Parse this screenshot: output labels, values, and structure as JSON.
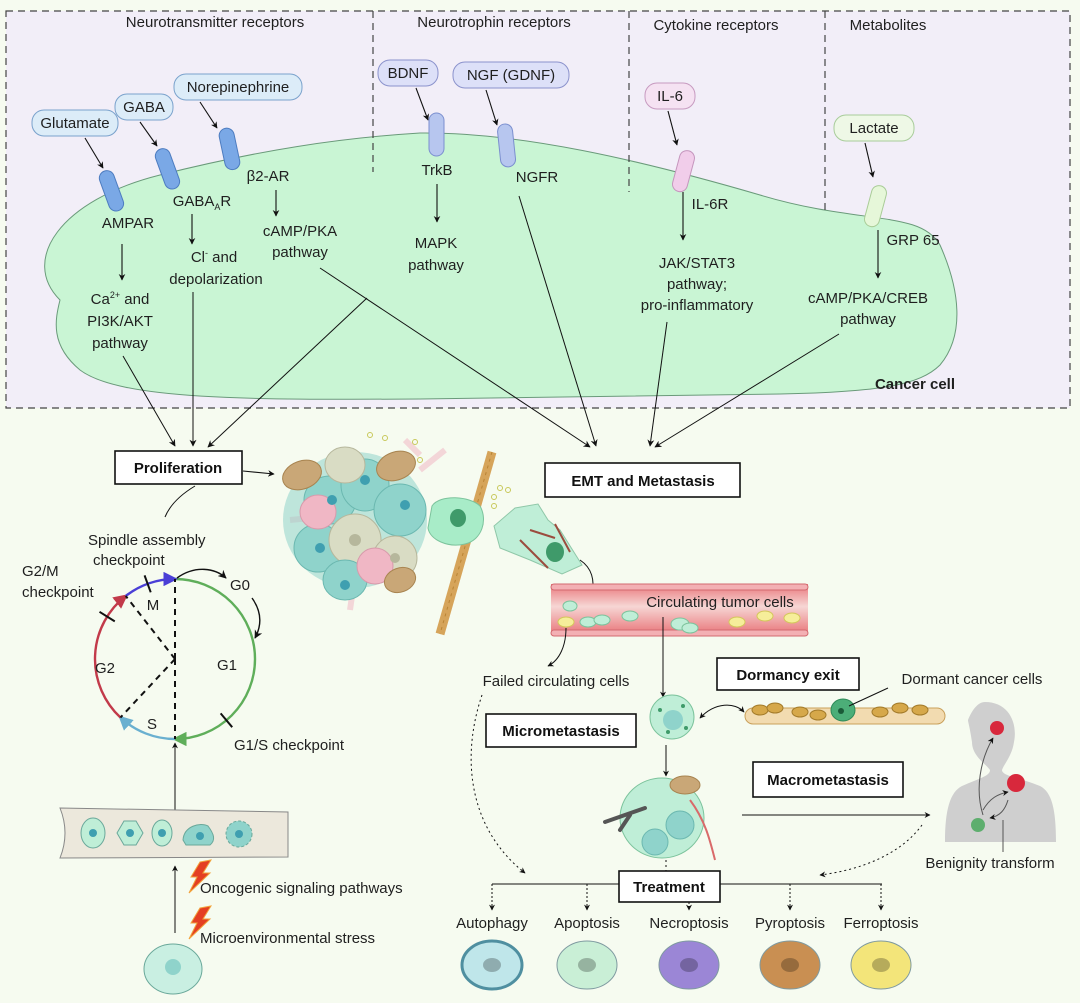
{
  "panel": {
    "sections": [
      {
        "title": "Neurotransmitter receptors"
      },
      {
        "title": "Neurotrophin receptors"
      },
      {
        "title": "Cytokine receptors"
      },
      {
        "title": "Metabolites"
      }
    ],
    "cell_label": "Cancer cell",
    "ligands": {
      "glutamate": "Glutamate",
      "gaba": "GABA",
      "norepinephrine": "Norepinephrine",
      "bdnf": "BDNF",
      "ngf": "NGF (GDNF)",
      "il6": "IL-6",
      "lactate": "Lactate"
    },
    "receptors": {
      "ampar": "AMPAR",
      "gabaar_main": "GABA",
      "gabaar_sub": "A",
      "gabaar_tail": "R",
      "b2ar": "β2-AR",
      "trkb": "TrkB",
      "ngfr": "NGFR",
      "il6r": "IL-6R",
      "grp65": "GRP 65"
    },
    "pathways": {
      "ca_line1_pre": "Ca",
      "ca_line1_sup": "2+",
      "ca_line1_post": " and",
      "ca_line2": "PI3K/AKT",
      "ca_line3": "pathway",
      "cl_line1_pre": "Cl",
      "cl_line1_sup": "-",
      "cl_line1_post": " and",
      "cl_line2": "depolarization",
      "camp_line1": "cAMP/PKA",
      "camp_line2": "pathway",
      "mapk_line1": "MAPK",
      "mapk_line2": "pathway",
      "jak_line1": "JAK/STAT3",
      "jak_line2": "pathway;",
      "jak_line3": "pro-inflammatory",
      "creb_line1": "cAMP/PKA/CREB",
      "creb_line2": "pathway"
    }
  },
  "boxes": {
    "proliferation": "Proliferation",
    "emt": "EMT and Metastasis",
    "dormancy_exit": "Dormancy exit",
    "micrometastasis": "Micrometastasis",
    "macrometastasis": "Macrometastasis",
    "treatment": "Treatment"
  },
  "cell_cycle": {
    "spindle_line1": "Spindle assembly",
    "spindle_line2": "checkpoint",
    "g2m_line1": "G2/M",
    "g2m_line2": "checkpoint",
    "g1s": "G1/S checkpoint",
    "phases": {
      "m": "M",
      "g0": "G0",
      "g1": "G1",
      "g2": "G2",
      "s": "S"
    },
    "colors": {
      "m": "#4a3fd6",
      "g1": "#5fae5a",
      "g2": "#c23a4a",
      "s": "#6ab0d0"
    }
  },
  "triggers": {
    "oncogenic": "Oncogenic signaling pathways",
    "stress": "Microenvironmental stress"
  },
  "metastasis": {
    "ctc": "Circulating tumor cells",
    "failed": "Failed circulating cells",
    "dormant": "Dormant cancer cells",
    "benignity": "Benignity transform"
  },
  "treatment_outcomes": [
    {
      "label": "Autophagy",
      "color": "#bfe6ea"
    },
    {
      "label": "Apoptosis",
      "color": "#c9efd6"
    },
    {
      "label": "Necroptosis",
      "color": "#9b86d6"
    },
    {
      "label": "Pyroptosis",
      "color": "#c98f52"
    },
    {
      "label": "Ferroptosis",
      "color": "#f3e57a"
    }
  ],
  "colors": {
    "panel_bg": "#f2eef8",
    "cell_fill": "#c9f5d4",
    "page_bg": "#f6fbf0",
    "receptor_blue": "#7aa8e6",
    "receptor_lavender": "#b7c6ef",
    "receptor_pink": "#f1cdea",
    "receptor_green": "#e6f7d9"
  }
}
